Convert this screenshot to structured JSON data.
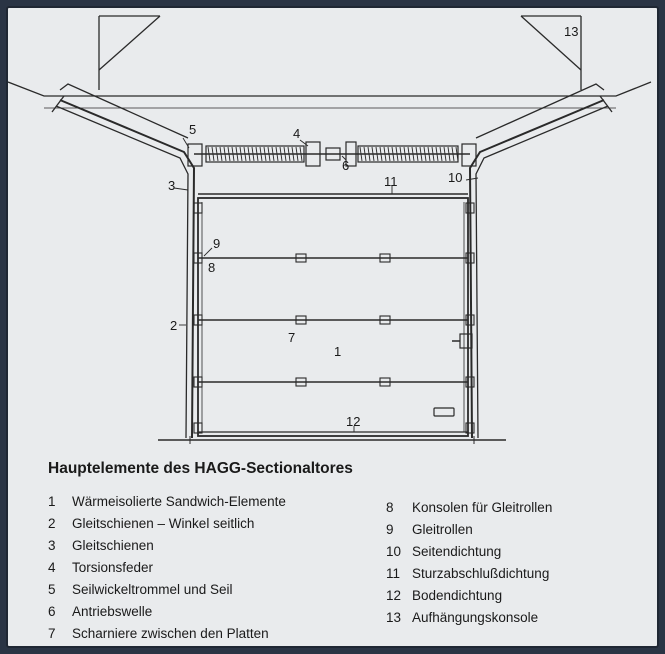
{
  "title": "Hauptelemente des HAGG-Sectionaltores",
  "legend_left": [
    {
      "num": "1",
      "text": "Wärmeisolierte Sandwich-Elemente"
    },
    {
      "num": "2",
      "text": "Gleitschienen – Winkel seitlich"
    },
    {
      "num": "3",
      "text": "Gleitschienen"
    },
    {
      "num": "4",
      "text": "Torsionsfeder"
    },
    {
      "num": "5",
      "text": "Seilwickeltrommel und Seil"
    },
    {
      "num": "6",
      "text": "Antriebswelle"
    },
    {
      "num": "7",
      "text": "Scharniere zwischen den Platten"
    }
  ],
  "legend_right": [
    {
      "num": "8",
      "text": "Konsolen für Gleitrollen"
    },
    {
      "num": "9",
      "text": "Gleitrollen"
    },
    {
      "num": "10",
      "text": "Seitendichtung"
    },
    {
      "num": "11",
      "text": "Sturzabschlußdichtung"
    },
    {
      "num": "12",
      "text": "Bodendichtung"
    },
    {
      "num": "13",
      "text": "Aufhängungskonsole"
    }
  ],
  "callouts": {
    "c1": "1",
    "c2": "2",
    "c3": "3",
    "c4": "4",
    "c5": "5",
    "c6": "6",
    "c7": "7",
    "c8": "8",
    "c9": "9",
    "c10": "10",
    "c11": "11",
    "c12": "12",
    "c13": "13"
  },
  "colors": {
    "frame": "#1f2733",
    "paper": "#e9ebed",
    "ink": "#1a1a1a"
  }
}
